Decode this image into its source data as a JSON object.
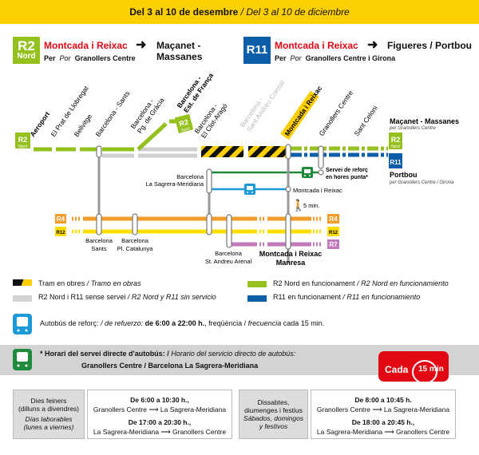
{
  "banner": {
    "bold": "Del 3 al 10 de desembre",
    "italic": " / Del 3 al 10 de diciembre"
  },
  "routes": [
    {
      "badge_line": "R2",
      "badge_sub": "Nord",
      "from": "Montcada i Reixac",
      "to1": "Maçanet -",
      "to2": "Massanes",
      "per": "Per",
      "por": "Por",
      "via": "Granollers Centre",
      "color": "#95c11f"
    },
    {
      "badge_line": "R11",
      "from": "Montcada i Reixac",
      "to1": "Figueres / Portbou",
      "per": "Per",
      "por": "Por",
      "via": "Granollers Centre i Girona",
      "color": "#0d5ea8"
    }
  ],
  "stations_top": [
    "Aeroport",
    "El Prat de Llobregat",
    "Bellvitge",
    "Barcelona - Sants",
    "Barcelona -",
    "Pg. de Gràcia",
    "Barcelona -",
    "Est. de França",
    "Barcelona -",
    "El Clot-Aragó",
    "Barcelona -",
    "Sant Andreu Comtal",
    "Montcada i Reixac",
    "Granollers Centre",
    "Sant Celoni"
  ],
  "ends": {
    "r2_dest": "Maçanet - Massanes",
    "r2_via": "per Granollers Centre",
    "r11_dest": "Portbou",
    "r11_via": "per Granollers Centre i Girona",
    "r2": "R2",
    "nord": "Nord",
    "r11": "R11"
  },
  "map": {
    "reforc1": "Servei de reforç",
    "reforc2": "en hores punta*",
    "sagrera1": "Barcelona",
    "sagrera2": "La Sagrera-Meridiana",
    "montcada_bus": "Montcada i Reixac",
    "walk": "5 min.",
    "lines": [
      "R4",
      "R12",
      "R7"
    ],
    "sants1": "Barcelona",
    "sants2": "Sants",
    "catalunya1": "Barcelona",
    "catalunya2": "Pl. Catalunya",
    "arenal1": "Barcelona",
    "arenal2": "St. Andreu Arenal",
    "montcada1": "Montcada i Reixac",
    "montcada2": "Manresa"
  },
  "legend": [
    {
      "ca": "Tram en obres",
      "es": " / Tramo en obras"
    },
    {
      "ca": "R2 Nord i R11 sense servei",
      "es": " / R2 Nord y R11 sin servicio"
    },
    {
      "ca": "R2 Nord en funcionament",
      "es": " / R2 Nord en funcionamiento",
      "color": "#95c11f"
    },
    {
      "ca": "R11 en funcionament",
      "es": " / R11 en funcionamiento",
      "color": "#0d5ea8"
    }
  ],
  "bus": {
    "a": "Autobús de reforç: ",
    "b": "/ de refuerzo: ",
    "c": "de 6:00 a 22:00 h.",
    "d": ", freqüència / ",
    "e": "frecuencia",
    "f": " cada 15 min."
  },
  "direct": {
    "title_ca": "* Horari del servei directe d'autobús: / ",
    "title_es": "Horario del servicio directo de autobús:",
    "route": "Granollers Centre / Barcelona La Sagrera-Meridiana",
    "cada": "Cada",
    "freq": "15 min"
  },
  "schedule": [
    {
      "ca1": "Dies feiners",
      "ca2": "(dilluns a divendres)",
      "es1": "Días laborables",
      "es2": "(lunes a viernes)",
      "t1": "De 6:00  a 10:30 h.,",
      "r1": "Granollers Centre ⟶ La Sagrera-Meridiana",
      "t2": "De 17:00 a 20:30 h.,",
      "r2": "La Sagrera-Meridiana ⟶ Granollers Centre"
    },
    {
      "ca1": "Dissabtes,",
      "ca2": "diumenges i festius",
      "es1": "Sábados, domingos",
      "es2": "y festivos",
      "t1": "De 8:00 a 10:45 h.",
      "r1": "Granollers Centre ⟶ La Sagrera-Meridiana",
      "t2": "De 18:00 a 20:45 h.,",
      "r2": "La Sagrera-Meridiana ⟶ Granollers Centre"
    }
  ]
}
